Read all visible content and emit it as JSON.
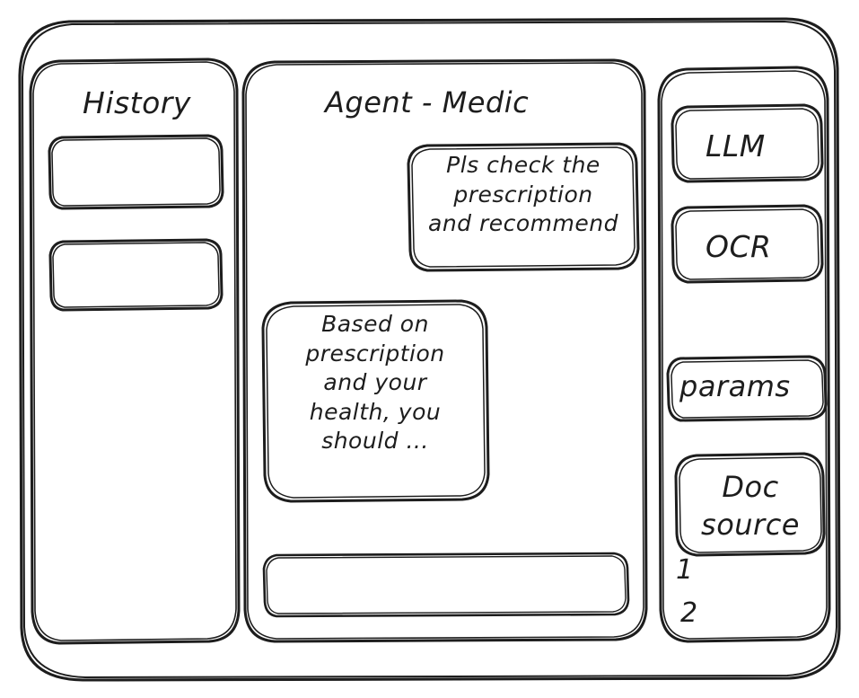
{
  "window": {
    "name": "hand-drawn-wireframe-window"
  },
  "sidebar_left": {
    "title": "History",
    "items": [
      {
        "label": ""
      },
      {
        "label": ""
      }
    ]
  },
  "main": {
    "title": "Agent - Medic",
    "messages": [
      {
        "role": "user",
        "text": "Pls check the\nprescription\nand recommend"
      },
      {
        "role": "assistant",
        "text": "Based on\nprescription\nand your\nhealth, you\nshould ..."
      }
    ],
    "composer": {
      "value": "",
      "placeholder": ""
    }
  },
  "sidebar_right": {
    "tools": [
      {
        "label": "LLM"
      },
      {
        "label": "OCR"
      }
    ],
    "params": {
      "label": "params"
    },
    "doc_source": {
      "label": "Doc\nsource"
    },
    "doc_list": [
      {
        "label": "1"
      },
      {
        "label": "2"
      }
    ]
  },
  "style": {
    "ink": "#1d1d1d",
    "paper": "#ffffff"
  }
}
